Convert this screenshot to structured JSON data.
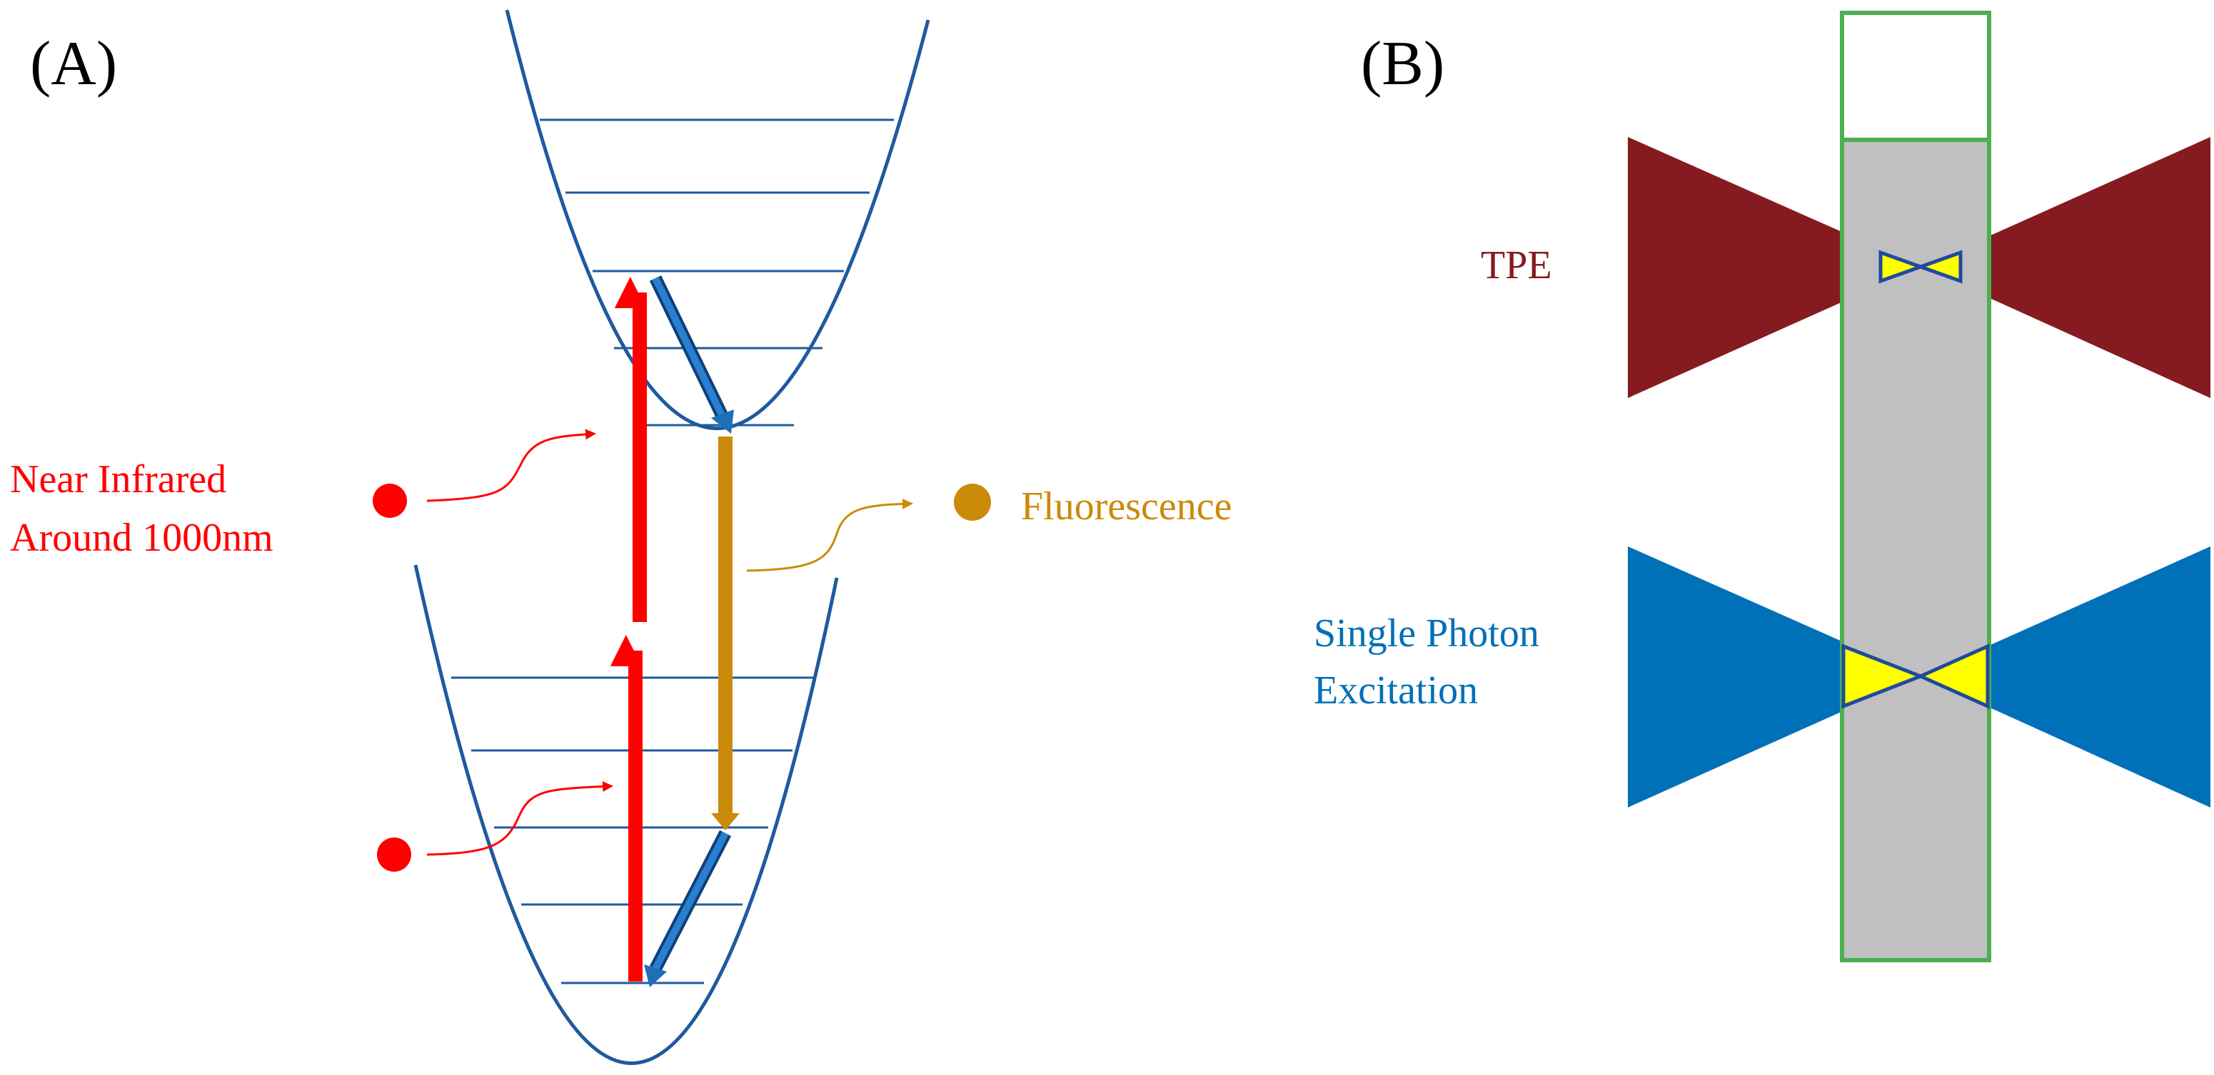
{
  "panel_a": {
    "label": "(A)",
    "photon_label_line1": "Near Infrared",
    "photon_label_line2": "Around 1000nm",
    "emission_label": "Fluorescence"
  },
  "panel_b": {
    "label": "(B)",
    "tpe_label": "TPE",
    "single_photon_label_line1": "Single Photon",
    "single_photon_label_line2": "Excitation"
  },
  "colors": {
    "potential_well": "#1f5a9e",
    "near_infrared": "#ff0000",
    "relaxation": "#1f6fb8",
    "fluorescence": "#cc8a0a",
    "tpe_beam": "#851b20",
    "single_photon_beam": "#0070b8",
    "focal_volume": "#ffff00",
    "sample_cuvette": "#4caf50",
    "sample_fill": "#c0c0c0"
  }
}
